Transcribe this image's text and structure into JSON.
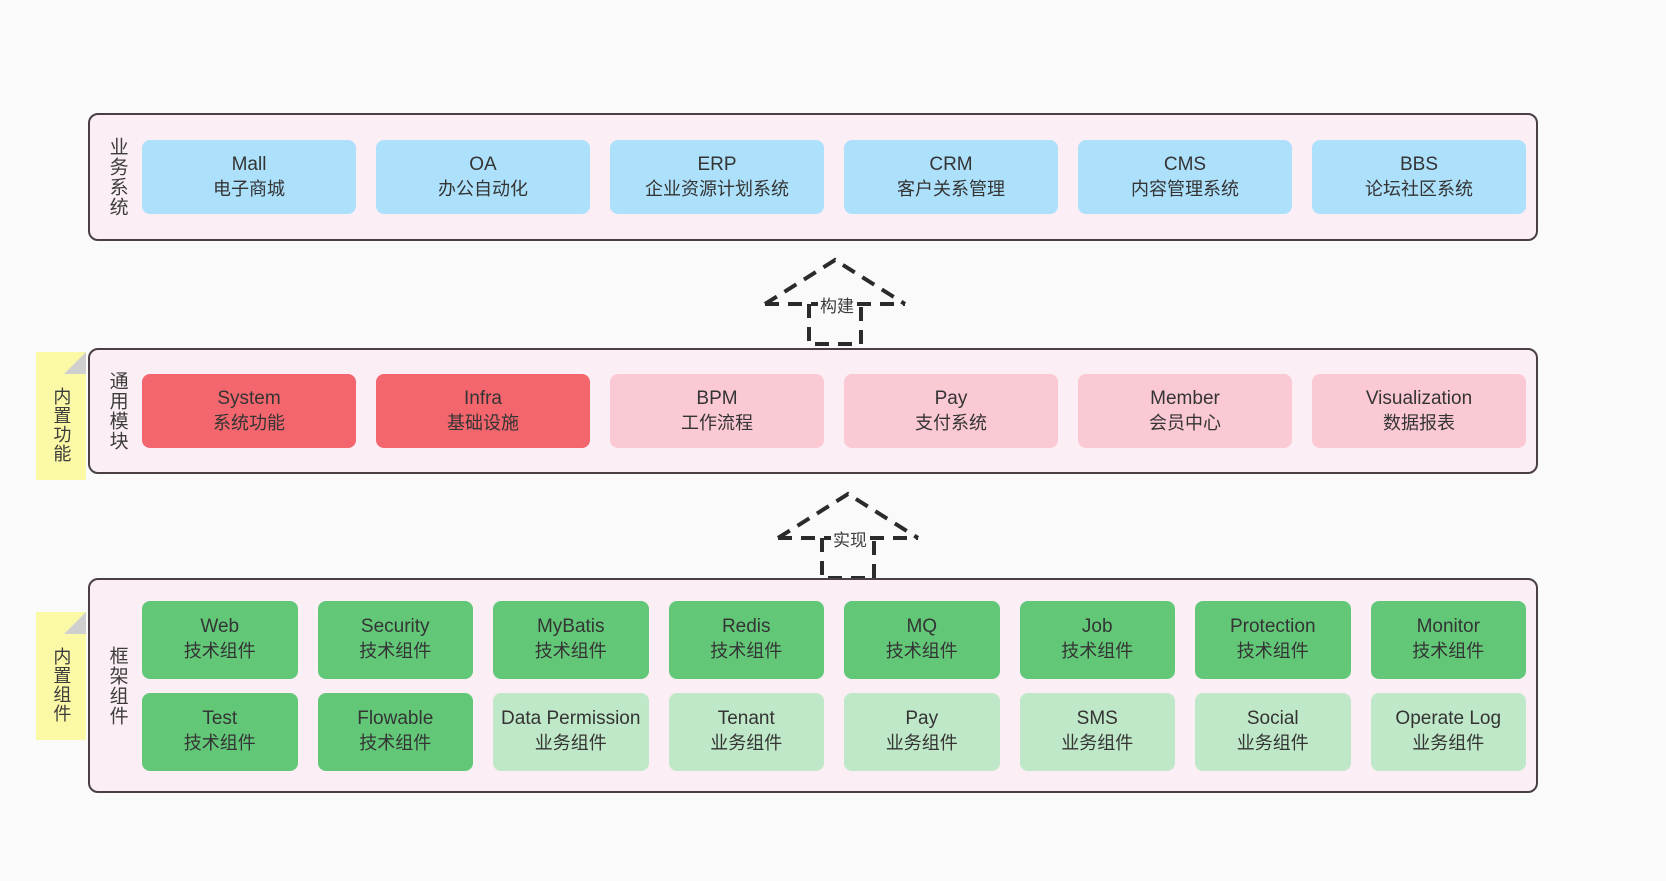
{
  "diagram": {
    "background_color": "#fafafa",
    "layer_fill": "#fbeef5",
    "layer_border": "#4a3f47",
    "note_fill": "#fbf8a6",
    "colors": {
      "business": "#ade1fb",
      "module_core": "#f4666d",
      "module_optional": "#fbc9d4",
      "component_tech": "#62c878",
      "component_business": "#bfe8c8"
    }
  },
  "layers": {
    "business": {
      "label": "业务系统",
      "cards": [
        {
          "name": "Mall",
          "desc": "电子商城"
        },
        {
          "name": "OA",
          "desc": "办公自动化"
        },
        {
          "name": "ERP",
          "desc": "企业资源计划系统"
        },
        {
          "name": "CRM",
          "desc": "客户关系管理"
        },
        {
          "name": "CMS",
          "desc": "内容管理系统"
        },
        {
          "name": "BBS",
          "desc": "论坛社区系统"
        }
      ]
    },
    "common": {
      "label": "通用模块",
      "note": "内置功能",
      "cards": [
        {
          "name": "System",
          "desc": "系统功能"
        },
        {
          "name": "Infra",
          "desc": "基础设施"
        },
        {
          "name": "BPM",
          "desc": "工作流程"
        },
        {
          "name": "Pay",
          "desc": "支付系统"
        },
        {
          "name": "Member",
          "desc": "会员中心"
        },
        {
          "name": "Visualization",
          "desc": "数据报表"
        }
      ]
    },
    "framework": {
      "label": "框架组件",
      "note": "内置组件",
      "row1": [
        {
          "name": "Web",
          "desc": "技术组件"
        },
        {
          "name": "Security",
          "desc": "技术组件"
        },
        {
          "name": "MyBatis",
          "desc": "技术组件"
        },
        {
          "name": "Redis",
          "desc": "技术组件"
        },
        {
          "name": "MQ",
          "desc": "技术组件"
        },
        {
          "name": "Job",
          "desc": "技术组件"
        },
        {
          "name": "Protection",
          "desc": "技术组件"
        },
        {
          "name": "Monitor",
          "desc": "技术组件"
        }
      ],
      "row2": [
        {
          "name": "Test",
          "desc": "技术组件"
        },
        {
          "name": "Flowable",
          "desc": "技术组件"
        },
        {
          "name": "Data Permission",
          "desc": "业务组件"
        },
        {
          "name": "Tenant",
          "desc": "业务组件"
        },
        {
          "name": "Pay",
          "desc": "业务组件"
        },
        {
          "name": "SMS",
          "desc": "业务组件"
        },
        {
          "name": "Social",
          "desc": "业务组件"
        },
        {
          "name": "Operate Log",
          "desc": "业务组件"
        }
      ]
    }
  },
  "connectors": [
    {
      "label": "构建",
      "from": "common",
      "to": "business"
    },
    {
      "label": "实现",
      "from": "framework",
      "to": "common"
    }
  ]
}
